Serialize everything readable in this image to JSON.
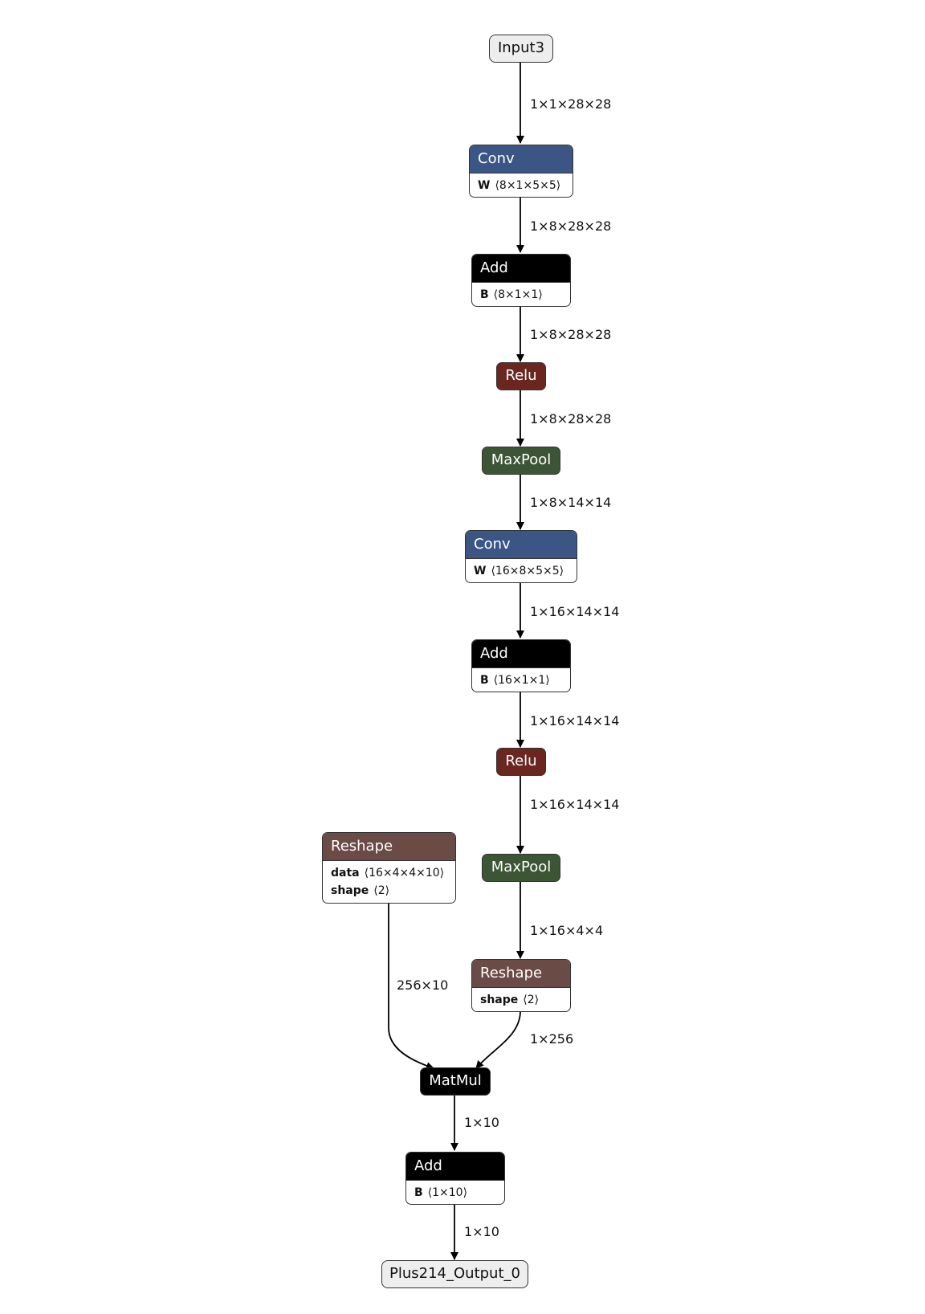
{
  "colors": {
    "conv": "#3b5585",
    "add": "#000000",
    "relu": "#6b2620",
    "maxpool": "#3c5535",
    "reshape": "#6b4b45",
    "matmul": "#000000",
    "io": "#eeeeee"
  },
  "nodes": {
    "input": {
      "label": "Input3"
    },
    "conv1": {
      "label": "Conv",
      "attr_name": "W",
      "attr_value": "⟨8×1×5×5⟩"
    },
    "add1": {
      "label": "Add",
      "attr_name": "B",
      "attr_value": "⟨8×1×1⟩"
    },
    "relu1": {
      "label": "Relu"
    },
    "maxpool1": {
      "label": "MaxPool"
    },
    "conv2": {
      "label": "Conv",
      "attr_name": "W",
      "attr_value": "⟨16×8×5×5⟩"
    },
    "add2": {
      "label": "Add",
      "attr_name": "B",
      "attr_value": "⟨16×1×1⟩"
    },
    "relu2": {
      "label": "Relu"
    },
    "maxpool2": {
      "label": "MaxPool"
    },
    "reshape_left": {
      "label": "Reshape",
      "attr1_name": "data",
      "attr1_value": "⟨16×4×4×10⟩",
      "attr2_name": "shape",
      "attr2_value": "⟨2⟩"
    },
    "reshape_right": {
      "label": "Reshape",
      "attr_name": "shape",
      "attr_value": "⟨2⟩"
    },
    "matmul": {
      "label": "MatMul"
    },
    "add3": {
      "label": "Add",
      "attr_name": "B",
      "attr_value": "⟨1×10⟩"
    },
    "output": {
      "label": "Plus214_Output_0"
    }
  },
  "edges": {
    "e1": "1×1×28×28",
    "e2": "1×8×28×28",
    "e3": "1×8×28×28",
    "e4": "1×8×28×28",
    "e5": "1×8×14×14",
    "e6": "1×16×14×14",
    "e7": "1×16×14×14",
    "e8": "1×16×14×14",
    "e9": "1×16×4×4",
    "e10": "256×10",
    "e11": "1×256",
    "e12": "1×10",
    "e13": "1×10"
  }
}
